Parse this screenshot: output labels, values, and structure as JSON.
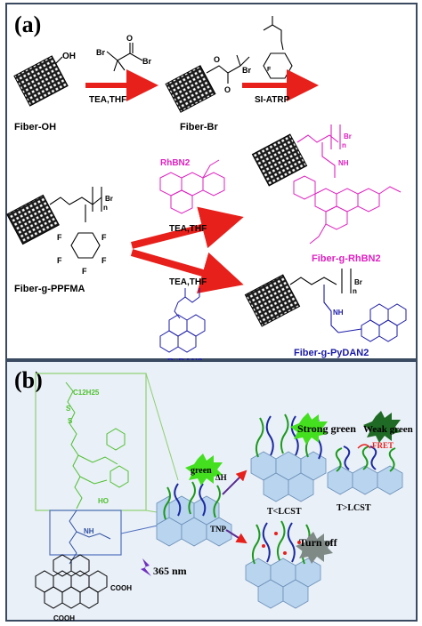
{
  "panel_a": {
    "label": "(a)",
    "fiber_oh": "Fiber-OH",
    "oh": "OH",
    "step1": "TEA,THF",
    "fiber_br": "Fiber-Br",
    "step2": "SI-ATRP",
    "fiber_ppfma": "Fiber-g-PPFMA",
    "rhbn2": "RhBN2",
    "step3": "TEA,THF",
    "step4": "TEA,THF",
    "pydan2": "PyDAN2",
    "fiber_rhbn2": "Fiber-g-RhBN2",
    "fiber_pydan2": "Fiber-g-PyDAN2",
    "br": "Br",
    "f": "F",
    "nh": "NH",
    "n": "n",
    "o": "O"
  },
  "panel_b": {
    "label": "(b)",
    "c12h25": "C12H25",
    "s": "S",
    "ho": "HO",
    "nh": "NH",
    "cooh_right": "COOH",
    "cooh_bottom": "COOH",
    "uv": "365 nm",
    "green": "green",
    "dh": "ΔH",
    "tnp": "TNP",
    "strong_green": "Strong green",
    "weak_green": "Weak green",
    "fret": "FRET",
    "t_low": "T<LCST",
    "t_high": "T>LCST",
    "turn_off": "Turn off"
  },
  "colors": {
    "arrow_red": "#e8201c",
    "rhodamine": "#e020c0",
    "pyrene": "#1a1aa8",
    "panel_b_bg": "#e9f0f8",
    "frame": "#5a6a80",
    "polymer_green": "#1c9a1c",
    "polymer_blue": "#1a2aa0",
    "hex_fill": "#b9d4ee",
    "starburst_green": "#44e020",
    "starburst_dark": "#1f6a25",
    "starburst_gray": "#7f8a86",
    "pyrene_label_green": "#70d040"
  }
}
